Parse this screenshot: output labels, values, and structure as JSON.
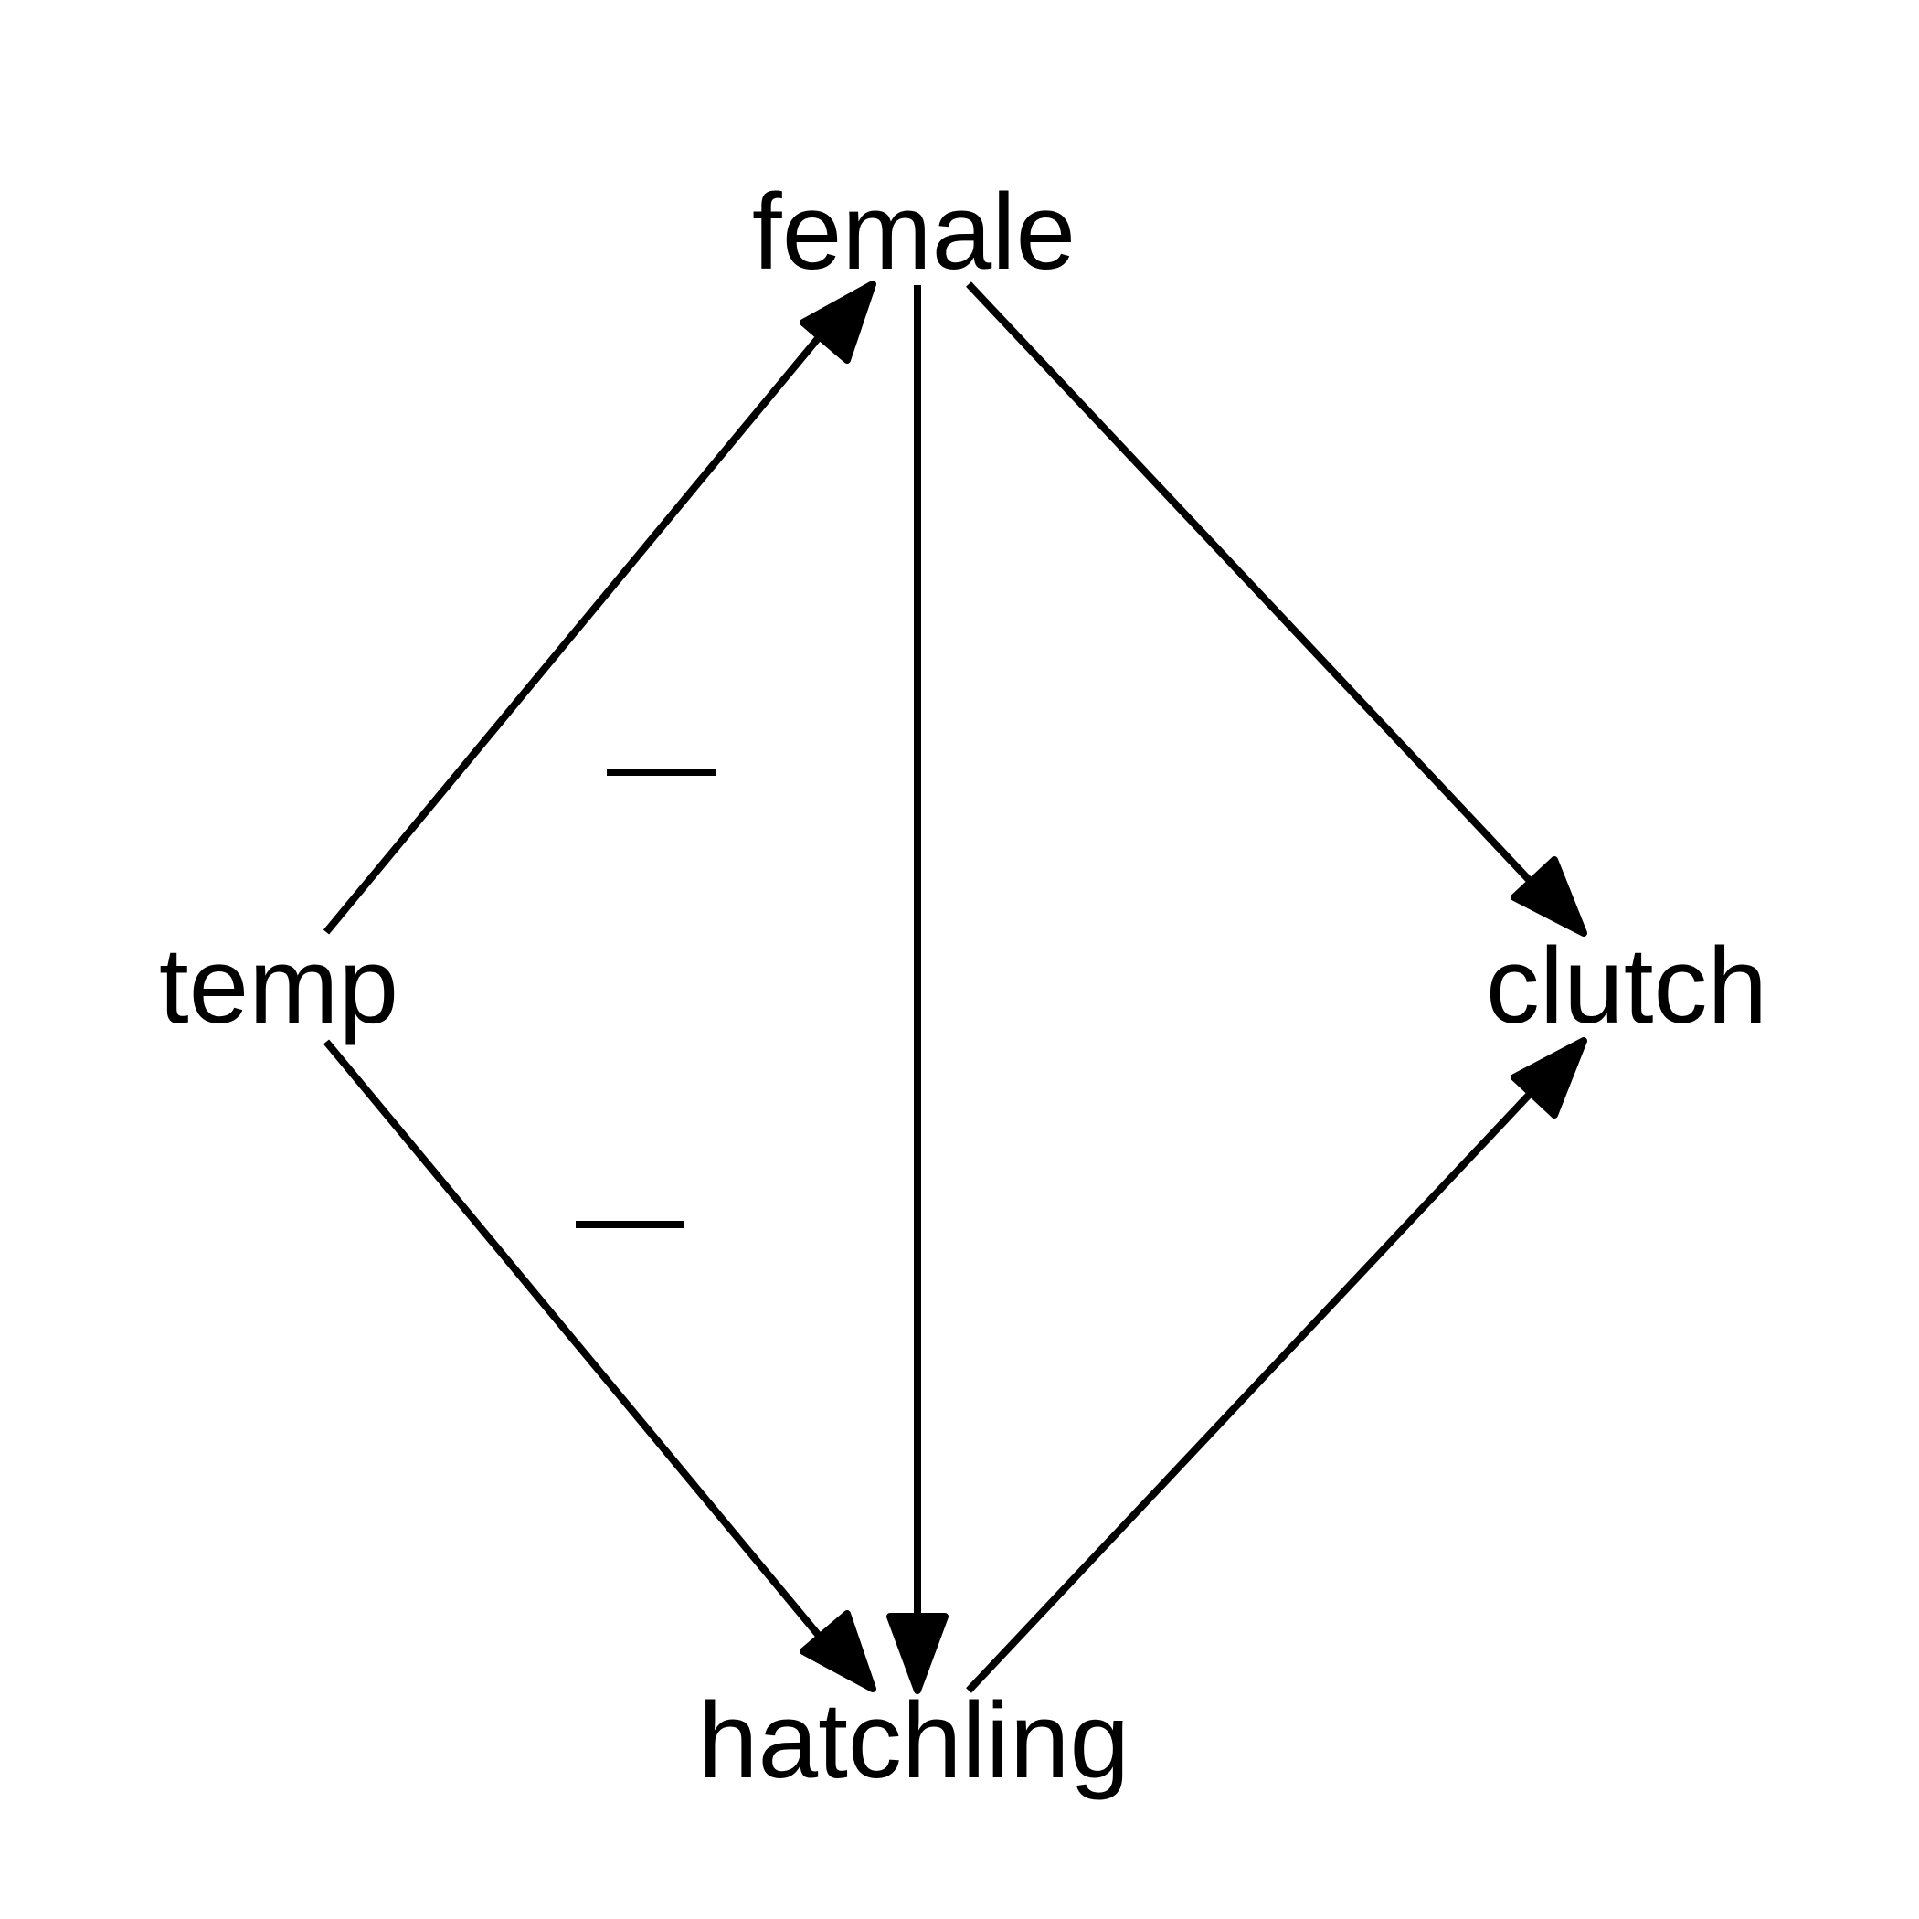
{
  "diagram": {
    "nodes": {
      "female": "female",
      "temp": "temp",
      "clutch": "clutch",
      "hatchling": "hatchling"
    },
    "edges": [
      {
        "from": "temp",
        "to": "female",
        "sign": "negative"
      },
      {
        "from": "temp",
        "to": "hatchling",
        "sign": "negative"
      },
      {
        "from": "female",
        "to": "hatchling",
        "sign": "positive"
      },
      {
        "from": "female",
        "to": "clutch",
        "sign": "positive"
      },
      {
        "from": "hatchling",
        "to": "clutch",
        "sign": "positive"
      }
    ],
    "colors": {
      "line": "#000000",
      "background": "#ffffff"
    }
  }
}
